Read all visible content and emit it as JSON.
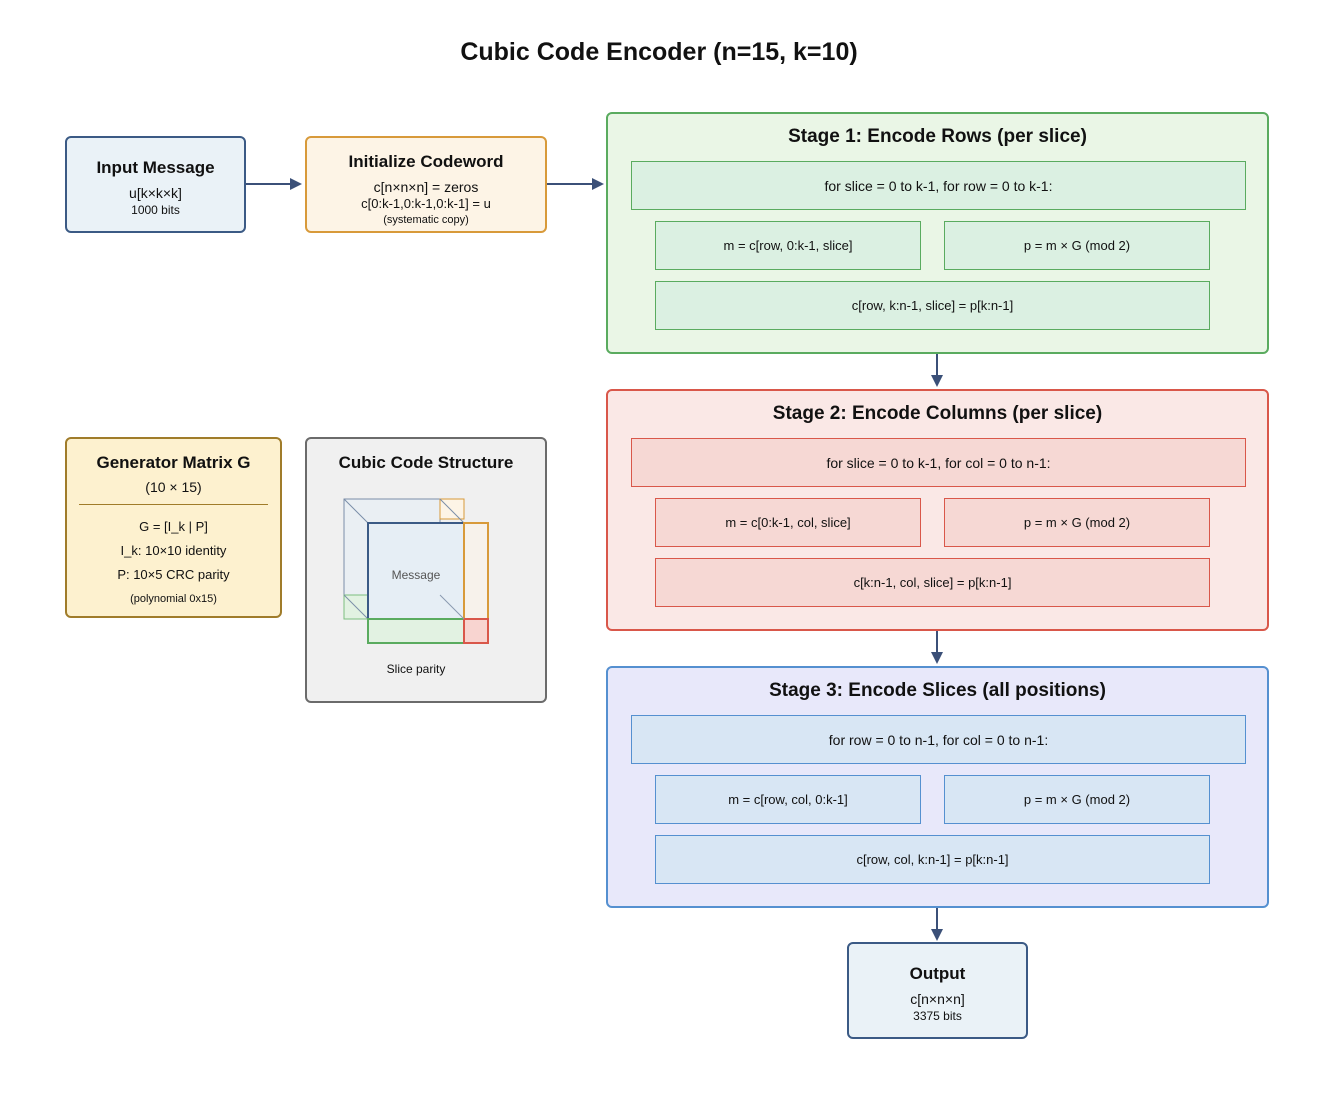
{
  "title": "Cubic Code Encoder (n=15, k=10)",
  "input": {
    "title": "Input Message",
    "line1": "u[k×k×k]",
    "line2": "1000 bits"
  },
  "init": {
    "title": "Initialize Codeword",
    "line1": "c[n×n×n] = zeros",
    "line2": "c[0:k-1,0:k-1,0:k-1] = u",
    "line3": "(systematic copy)"
  },
  "generator": {
    "title": "Generator Matrix G",
    "subtitle": "(10 × 15)",
    "line1": "G = [I_k | P]",
    "line2": "I_k: 10×10 identity",
    "line3": "P: 10×5 CRC parity",
    "line4": "(polynomial 0x15)"
  },
  "structure": {
    "title": "Cubic Code Structure",
    "message_label": "Message",
    "caption": "Slice parity"
  },
  "stage1": {
    "title": "Stage 1: Encode Rows (per slice)",
    "loop": "for slice = 0 to k-1, for row = 0 to k-1:",
    "step_m": "m = c[row, 0:k-1, slice]",
    "step_p": "p = m × G (mod 2)",
    "step_c": "c[row, k:n-1, slice] = p[k:n-1]"
  },
  "stage2": {
    "title": "Stage 2: Encode Columns (per slice)",
    "loop": "for slice = 0 to k-1, for col = 0 to n-1:",
    "step_m": "m = c[0:k-1, col, slice]",
    "step_p": "p = m × G (mod 2)",
    "step_c": "c[k:n-1, col, slice] = p[k:n-1]"
  },
  "stage3": {
    "title": "Stage 3: Encode Slices (all positions)",
    "loop": "for row = 0 to n-1, for col = 0 to n-1:",
    "step_m": "m = c[row, col, 0:k-1]",
    "step_p": "p = m × G (mod 2)",
    "step_c": "c[row, col, k:n-1] = p[k:n-1]"
  },
  "output": {
    "title": "Output",
    "line1": "c[n×n×n]",
    "line2": "3375 bits"
  },
  "colors": {
    "arrow": "#3b5078",
    "input_border": "#3b5a85",
    "input_fill": "#eaf2f7",
    "init_border": "#d89a3a",
    "init_fill": "#fdf4e6",
    "gen_border": "#a07c2a",
    "gen_fill": "#fdf1cf",
    "struct_border": "#6b6b6b",
    "struct_fill": "#f0f0f0",
    "s1_border": "#5aab5f",
    "s1_fill": "#eaf6e6",
    "s1_inner": "#dbf0e2",
    "s2_border": "#d9574a",
    "s2_fill": "#fae8e6",
    "s2_inner": "#f6d8d4",
    "s3_border": "#5590d0",
    "s3_fill": "#e8e8fa",
    "s3_inner": "#d8e6f4"
  }
}
